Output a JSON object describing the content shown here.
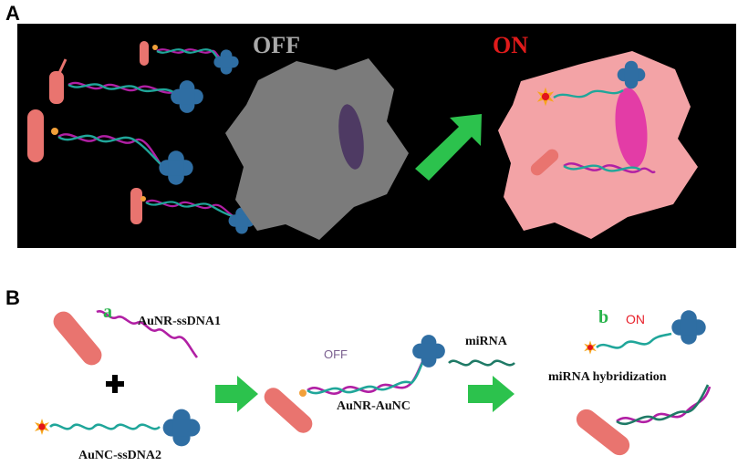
{
  "panel_a": {
    "letter": "A",
    "off_label": "OFF",
    "on_label": "ON"
  },
  "panel_b": {
    "letter": "B",
    "strand_a": "a",
    "strand_b": "b",
    "aunr_ssdna1": "AuNR-ssDNA1",
    "aunc_ssdna2": "AuNC-ssDNA2",
    "off_label": "OFF",
    "aunr_aunc": "AuNR-AuNC",
    "mirna": "miRNA",
    "on_label": "ON",
    "hybridization": "miRNA hybridization"
  },
  "colors": {
    "panel_bg": "#000000",
    "cell_off": "#7b7b7b",
    "nucleus_off": "#4e3a63",
    "cell_on": "#f3a3a6",
    "nucleus_on": "#e33ca6",
    "off_text": "#a9a9a9",
    "on_text": "#e01b1b",
    "arrow": "#2cc24d",
    "rod": "#e9746f",
    "cluster": "#2f6ea3",
    "strand_magenta": "#b11fa4",
    "strand_teal": "#20a69a",
    "mirna_green": "#1f7a66"
  }
}
